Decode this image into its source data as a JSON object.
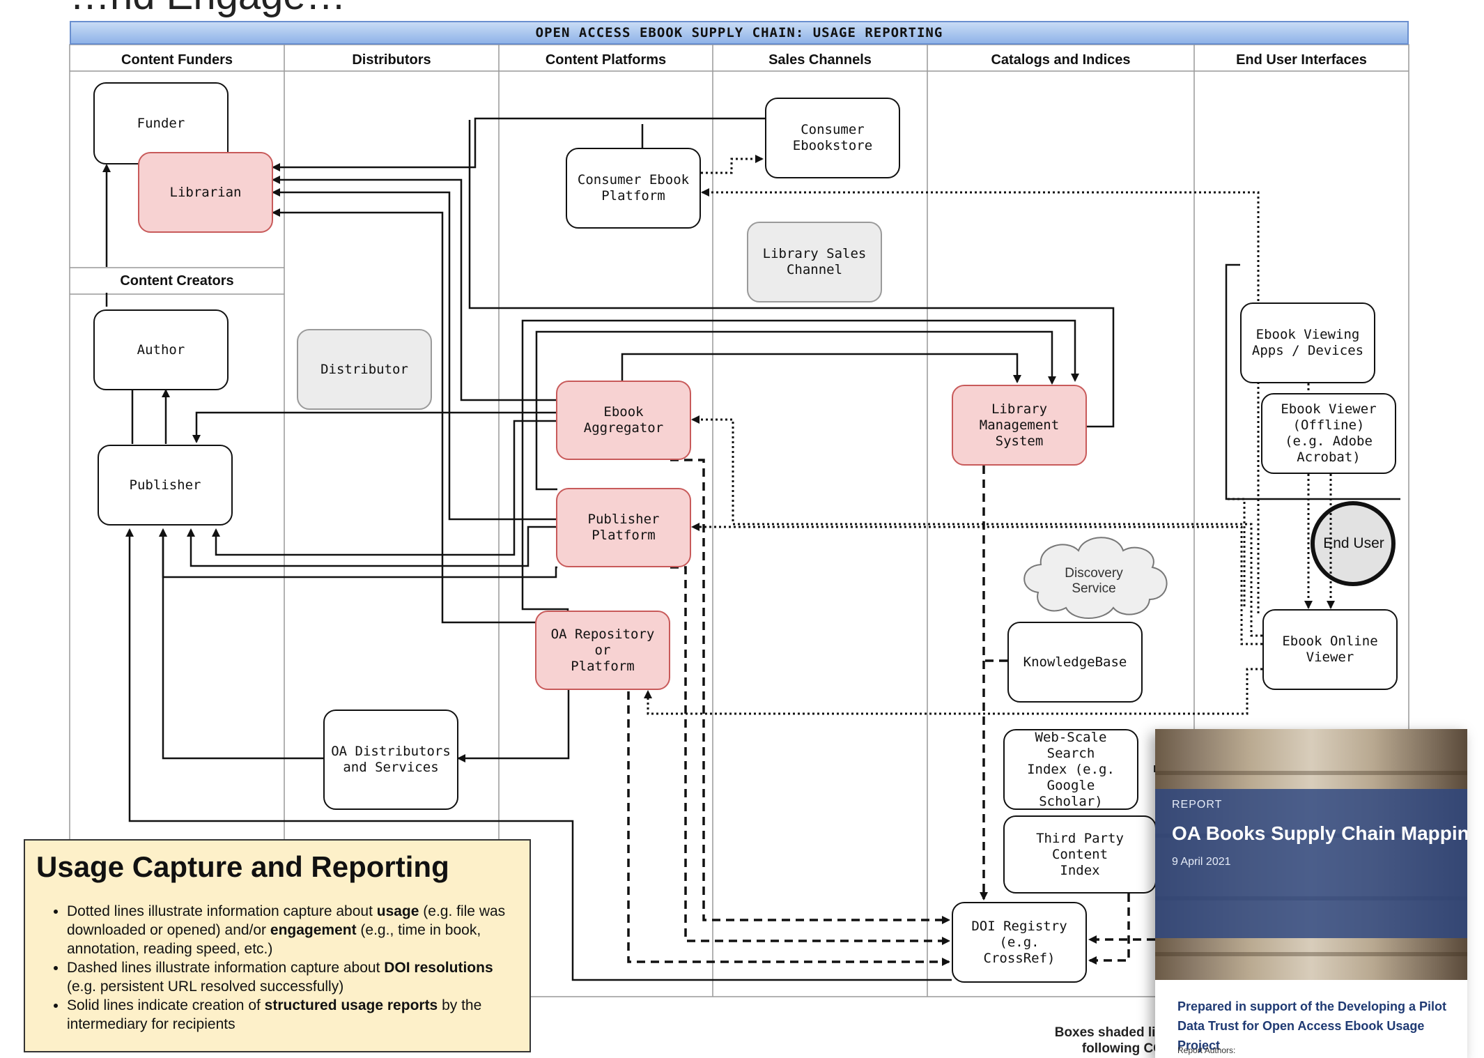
{
  "page": {
    "partial_title": "…nd Engage…"
  },
  "diagram": {
    "title": "OPEN ACCESS EBOOK SUPPLY CHAIN: USAGE REPORTING",
    "lanes": [
      "Content Funders",
      "Distributors",
      "Content Platforms",
      "Sales Channels",
      "Catalogs and Indices",
      "End User Interfaces"
    ],
    "sublane": "Content Creators",
    "nodes": {
      "funder": "Funder",
      "librarian": "Librarian",
      "author": "Author",
      "publisher": "Publisher",
      "distributor": "Distributor",
      "oa_distributors": "OA Distributors\nand Services",
      "consumer_ebook_platform": "Consumer Ebook\nPlatform",
      "ebook_aggregator": "Ebook Aggregator",
      "publisher_platform": "Publisher Platform",
      "oa_repository": "OA Repository or\nPlatform",
      "consumer_ebookstore": "Consumer\nEbookstore",
      "library_sales_channel": "Library Sales\nChannel",
      "library_management_system": "Library\nManagement\nSystem",
      "discovery_service": "Discovery\nService",
      "knowledgebase": "KnowledgeBase",
      "web_scale_search": "Web-Scale Search\nIndex (e.g. Google\nScholar)",
      "third_party_content_index": "Third Party Content\nIndex",
      "doi_registry": "DOI Registry (e.g.\nCrossRef)",
      "ebook_viewing_apps": "Ebook Viewing\nApps / Devices",
      "ebook_viewer_offline": "Ebook Viewer\n(Offline)\n(e.g. Adobe\nAcrobat)",
      "end_user": "End User",
      "ebook_online_viewer": "Ebook Online\nViewer"
    },
    "node_colors": {
      "usage_report_fill": "#f7d2d2",
      "usage_report_border": "#c85a5a",
      "inactive_fill": "#ececec",
      "header_blue": "#8fb3e8"
    }
  },
  "legend": {
    "title": "Usage Capture and Reporting",
    "items": [
      {
        "pre": "Dotted lines illustrate information capture about ",
        "b1": "usage",
        "mid": " (e.g. file was downloaded or opened) and/or ",
        "b2": "engagement",
        "post": " (e.g., time in book, annotation, reading speed, etc.)"
      },
      {
        "pre": "Dashed lines illustrate information capture about ",
        "b1": "DOI resolutions",
        "post": " (e.g. persistent URL resolved successfully)"
      },
      {
        "pre": "Solid lines indicate creation of ",
        "b1": "structured usage reports",
        "post": " by the intermediary for recipients"
      }
    ]
  },
  "footnote": "Boxes shaded lig\nfollowing CO",
  "report": {
    "kicker": "REPORT",
    "title": "OA Books Supply Chain Mapping",
    "date": "9 April 2021",
    "description": "Prepared in support of the Developing a Pilot Data Trust for Open Access Ebook Usage Project",
    "authors_label": "Report Authors:"
  }
}
